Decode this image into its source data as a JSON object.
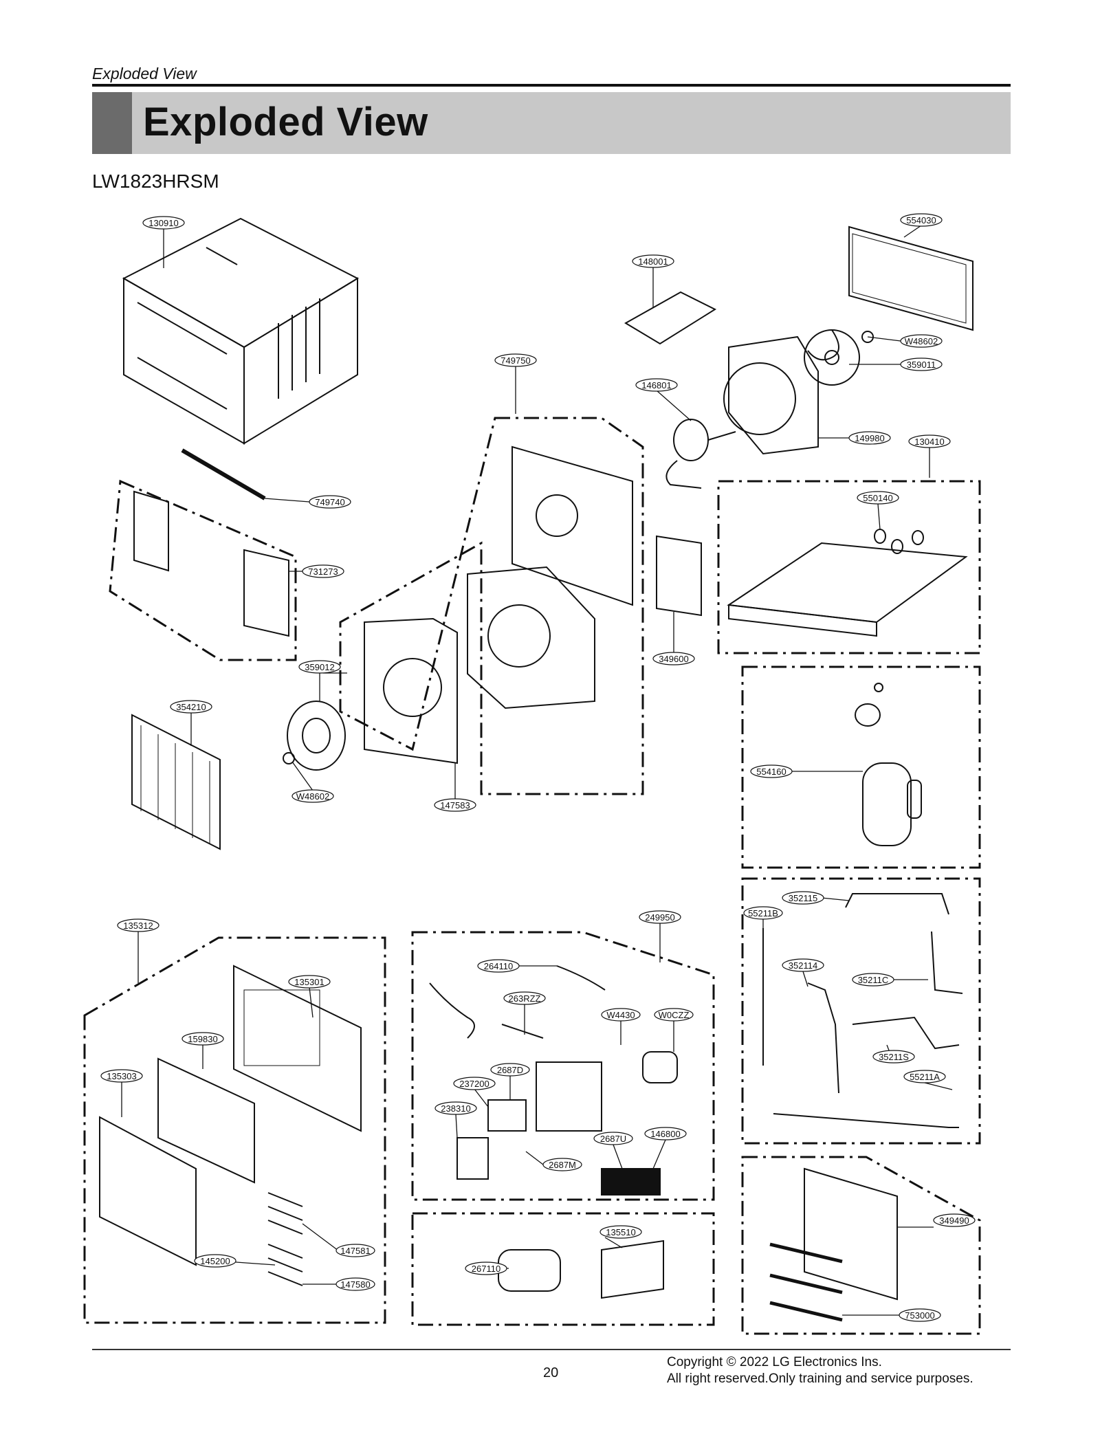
{
  "header": {
    "running_title": "Exploded View",
    "title": "Exploded View"
  },
  "model": "LW1823HRSM",
  "callouts": [
    "130910",
    "554030",
    "148001",
    "W48602",
    "359011",
    "749750",
    "146801",
    "149980",
    "130410",
    "749740",
    "550140",
    "731273",
    "359012",
    "349600",
    "354210",
    "554160",
    "W48602",
    "147583",
    "249950",
    "352115",
    "55211B",
    "135312",
    "264110",
    "135301",
    "352114",
    "35211C",
    "263RZZ",
    "W4430",
    "W0CZZ",
    "159830",
    "35211S",
    "2687D",
    "135303",
    "237200",
    "55211A",
    "238310",
    "2687U",
    "146800",
    "2687M",
    "135510",
    "349490",
    "147581",
    "267110",
    "145200",
    "147580",
    "753000"
  ],
  "footer": {
    "page_number": "20",
    "copyright_line1": "Copyright © 2022 LG Electronics Ins.",
    "copyright_line2": "All right reserved.Only training and service purposes."
  }
}
